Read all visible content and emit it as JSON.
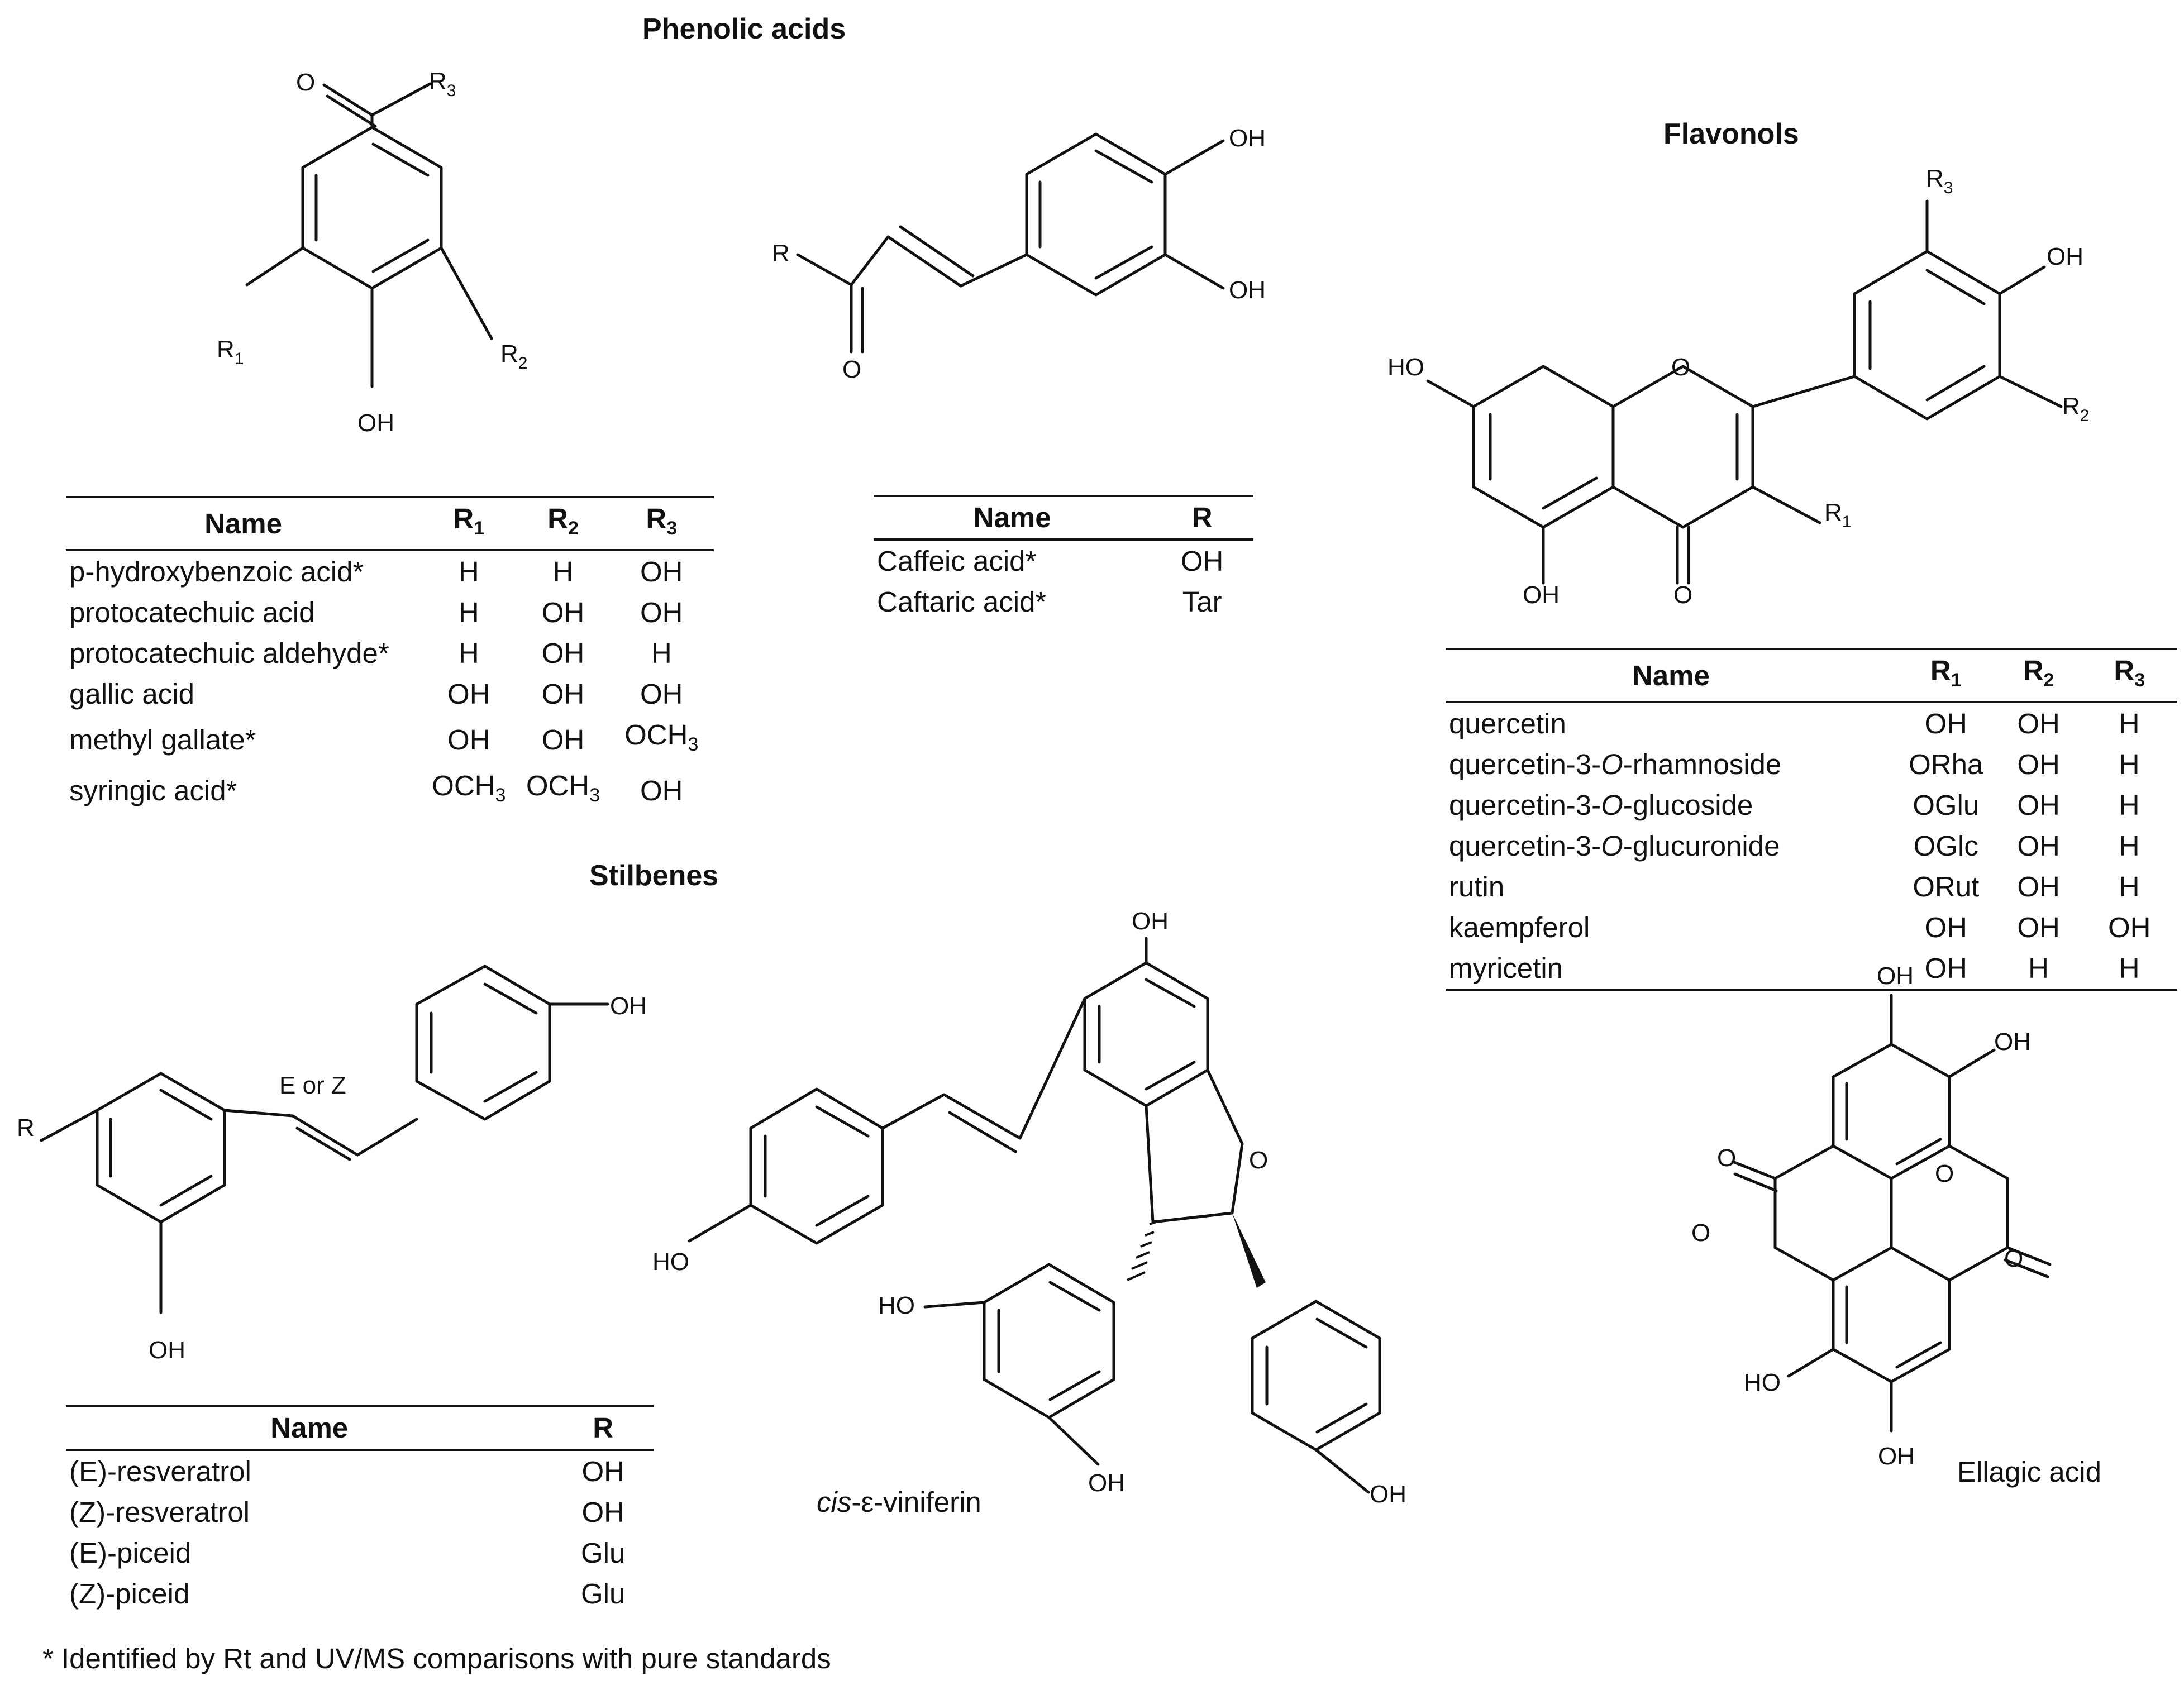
{
  "headings": {
    "phenolic": "Phenolic acids",
    "flavonols": "Flavonols",
    "stilbenes": "Stilbenes"
  },
  "atom_labels": {
    "O": "O",
    "OH": "OH",
    "HO": "HO",
    "R": "R",
    "R1": "R1",
    "R2": "R2",
    "R3": "R3",
    "ez": "E or Z"
  },
  "captions": {
    "viniferin_prefix": "cis",
    "viniferin_rest": "-ε-viniferin",
    "ellagic": "Ellagic acid"
  },
  "footnote": "* Identified by Rt and UV/MS comparisons with pure standards",
  "tables": {
    "benzoic": {
      "headers": [
        "Name",
        "R1",
        "R2",
        "R3"
      ],
      "rows": [
        [
          "p-hydroxybenzoic acid*",
          "H",
          "H",
          "OH"
        ],
        [
          "protocatechuic acid",
          "H",
          "OH",
          "OH"
        ],
        [
          "protocatechuic aldehyde*",
          "H",
          "OH",
          "H"
        ],
        [
          "gallic acid",
          "OH",
          "OH",
          "OH"
        ],
        [
          "methyl gallate*",
          "OH",
          "OH",
          "OCH3"
        ],
        [
          "syringic acid*",
          "OCH3",
          "OCH3",
          "OH"
        ]
      ]
    },
    "cinnamic": {
      "headers": [
        "Name",
        "R"
      ],
      "rows": [
        [
          "Caffeic acid*",
          "OH"
        ],
        [
          "Caftaric acid*",
          "Tar"
        ]
      ]
    },
    "flavonols": {
      "headers": [
        "Name",
        "R1",
        "R2",
        "R3"
      ],
      "rows": [
        [
          "quercetin",
          "OH",
          "OH",
          "H"
        ],
        [
          "quercetin-3-O-rhamnoside",
          "ORha",
          "OH",
          "H"
        ],
        [
          "quercetin-3-O-glucoside",
          "OGlu",
          "OH",
          "H"
        ],
        [
          "quercetin-3-O-glucuronide",
          "OGlc",
          "OH",
          "H"
        ],
        [
          "rutin",
          "ORut",
          "OH",
          "H"
        ],
        [
          "kaempferol",
          "OH",
          "OH",
          "OH"
        ],
        [
          "myricetin",
          "OH",
          "H",
          "H"
        ]
      ]
    },
    "stilbenes": {
      "headers": [
        "Name",
        "R"
      ],
      "rows": [
        [
          "(E)-resveratrol",
          "OH"
        ],
        [
          "(Z)-resveratrol",
          "OH"
        ],
        [
          "(E)-piceid",
          "Glu"
        ],
        [
          "(Z)-piceid",
          "Glu"
        ]
      ]
    }
  }
}
